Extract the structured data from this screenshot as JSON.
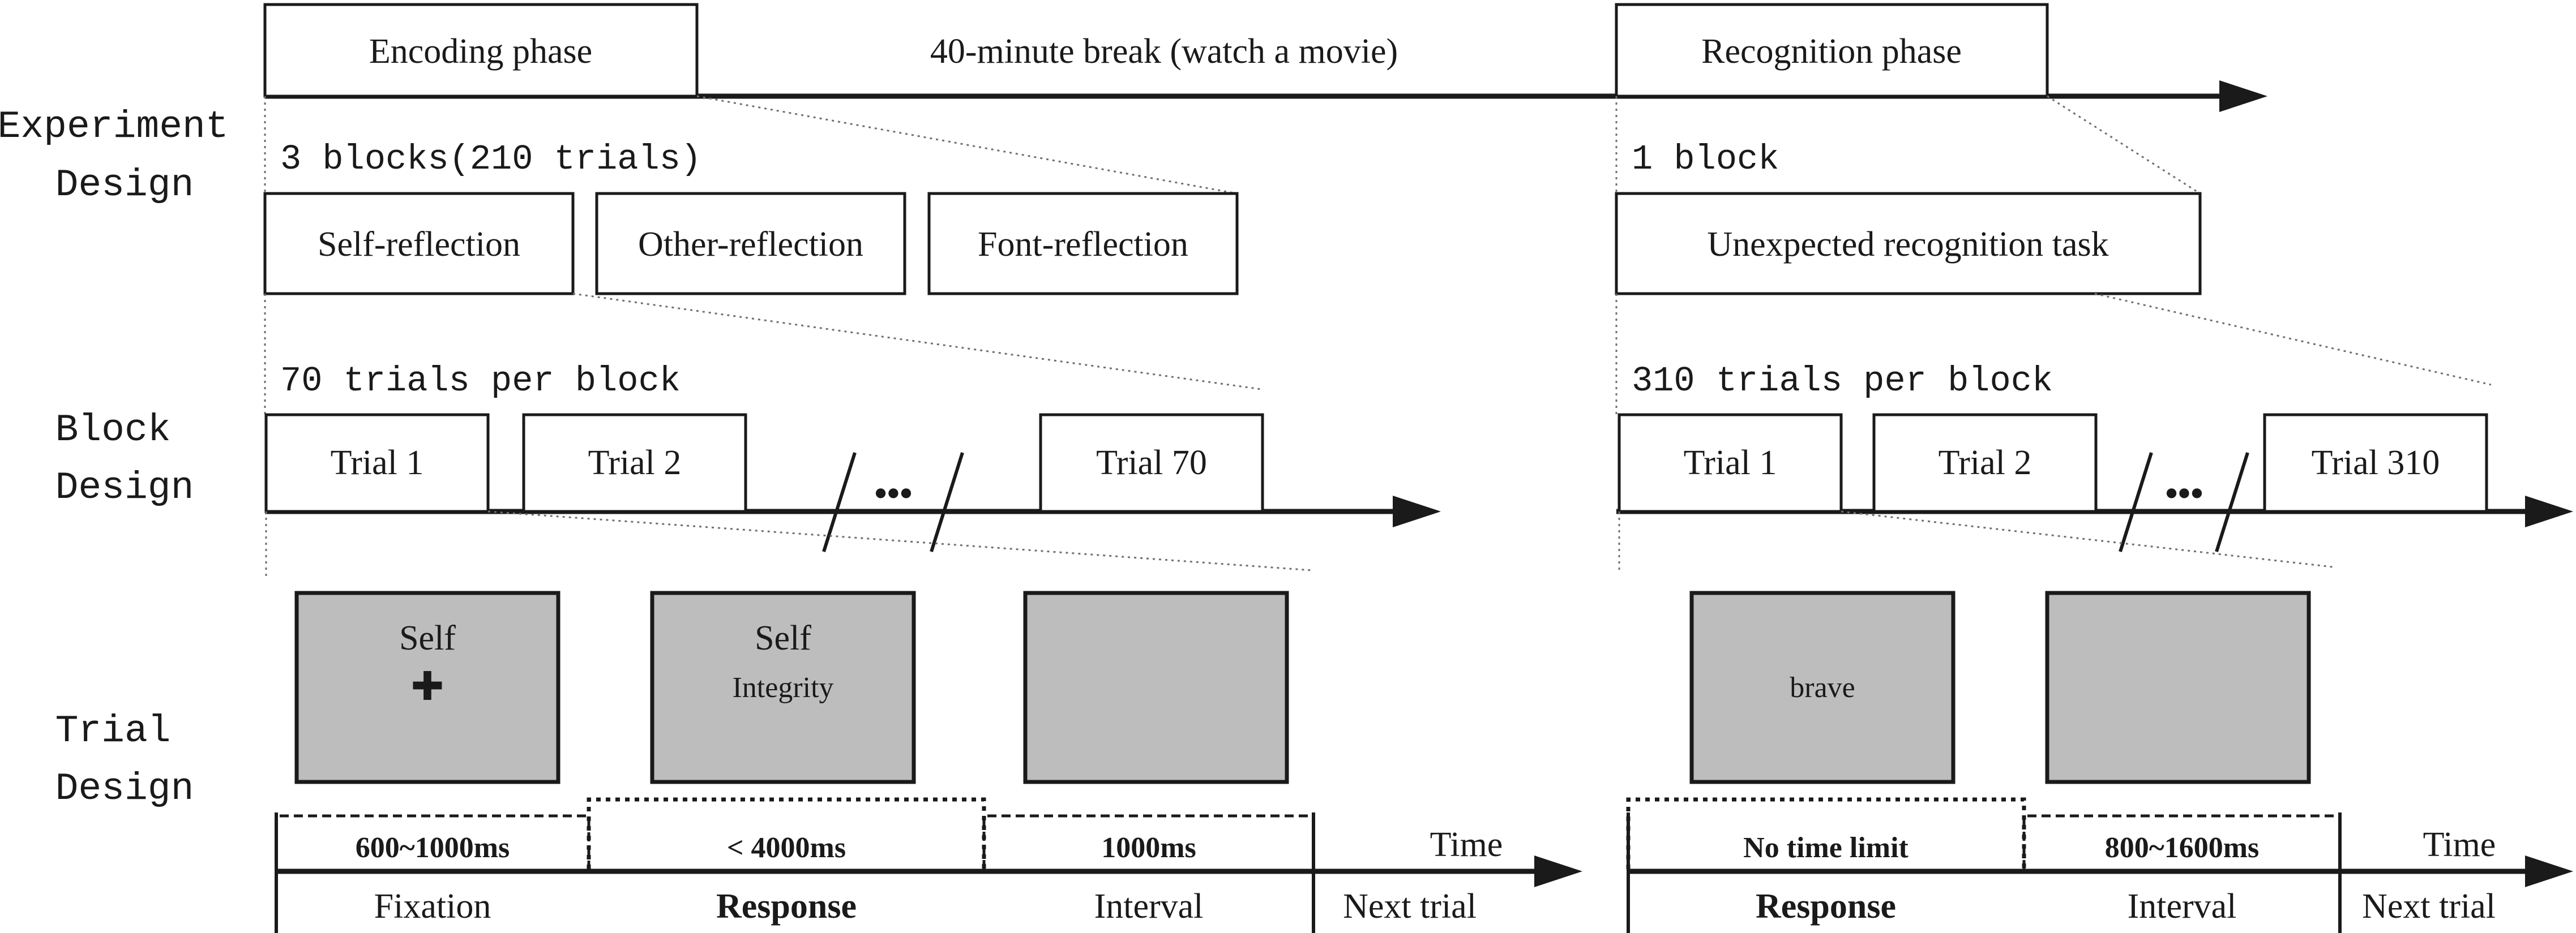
{
  "experiment": {
    "section_label": [
      "Experiment",
      "Design"
    ],
    "encoding_phase": "Encoding phase",
    "break_label": "40-minute break (watch a movie)",
    "recognition_phase": "Recognition phase",
    "encoding_blocks_note": "3 blocks(210 trials)",
    "recognition_blocks_note": "1 block",
    "encoding_blocks": [
      "Self-reflection",
      "Other-reflection",
      "Font-reflection"
    ],
    "recognition_task": "Unexpected recognition task"
  },
  "block": {
    "section_label": [
      "Block",
      "Design"
    ],
    "encoding_note": "70 trials per block",
    "recognition_note": "310 trials per block",
    "encoding_trials": [
      "Trial 1",
      "Trial 2",
      "Trial 70"
    ],
    "recognition_trials": [
      "Trial 1",
      "Trial 2",
      "Trial 310"
    ],
    "ellipsis": "•••"
  },
  "trial": {
    "section_label": [
      "Trial",
      "Design"
    ],
    "encoding_screens": {
      "fixation_word": "Self",
      "fixation_symbol": "✚",
      "response_word": "Self",
      "response_trait": "Integrity"
    },
    "recognition_screens": {
      "response_word": "brave"
    },
    "encoding_timeline": {
      "durations": [
        "600~1000ms",
        "< 4000ms",
        "1000ms"
      ],
      "phases": [
        "Fixation",
        "Response",
        "Interval"
      ],
      "next": "Next trial",
      "time_label": "Time"
    },
    "recognition_timeline": {
      "durations": [
        "No time limit",
        "800~1600ms"
      ],
      "phases": [
        "Response",
        "Interval"
      ],
      "next": "Next trial",
      "time_label": "Time"
    }
  }
}
